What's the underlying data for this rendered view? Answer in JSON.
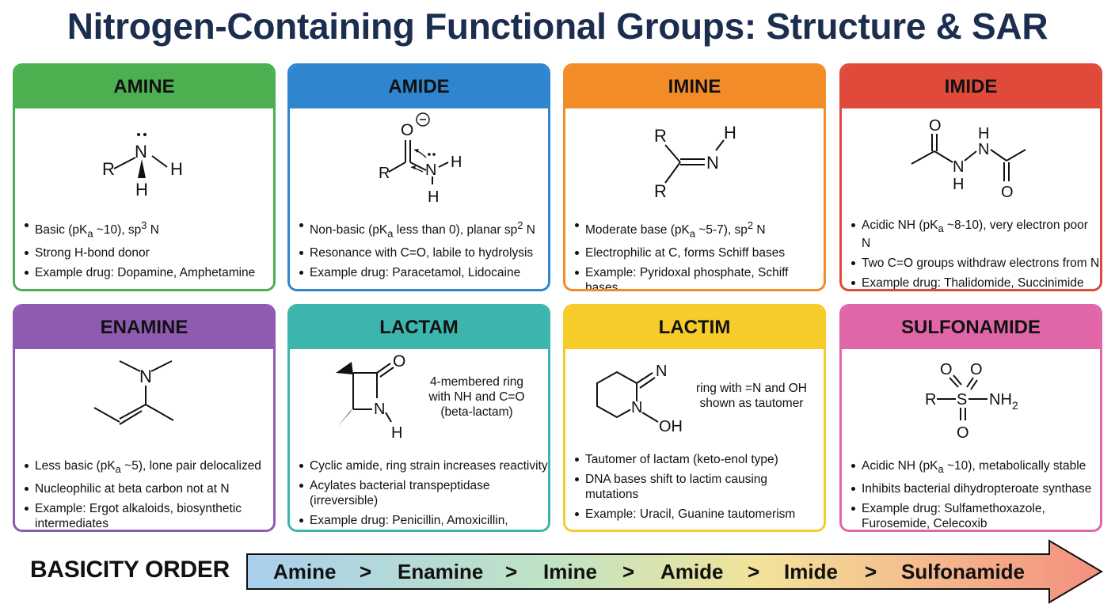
{
  "title": "Nitrogen-Containing Functional Groups: Structure & SAR",
  "colors": {
    "amine": "#4caf50",
    "amide": "#2f86cf",
    "imine": "#f28c28",
    "imide": "#e04a3a",
    "enamine": "#8e5bb0",
    "lactam": "#3cb6ad",
    "lactim": "#f5cc2a",
    "sulfonamide": "#e066a8"
  },
  "cards": [
    {
      "key": "amine",
      "name": "AMINE",
      "bullets": [
        "Basic (pKa ~10), sp3 N",
        "Strong H-bond donor",
        "Example drug: Dopamine, Amphetamine"
      ]
    },
    {
      "key": "amide",
      "name": "AMIDE",
      "bullets": [
        "Non-basic (pKa less than 0), planar sp2 N",
        "Resonance with C=O, labile to hydrolysis",
        "Example drug: Paracetamol, Lidocaine"
      ]
    },
    {
      "key": "imine",
      "name": "IMINE",
      "bullets": [
        "Moderate base (pKa ~5-7), sp2 N",
        "Electrophilic at C, forms Schiff bases",
        "Example: Pyridoxal phosphate, Schiff bases"
      ]
    },
    {
      "key": "imide",
      "name": "IMIDE",
      "bullets": [
        "Acidic NH (pKa ~8-10), very electron poor N",
        "Two C=O groups withdraw electrons from N",
        "Example drug: Thalidomide, Succinimide"
      ]
    },
    {
      "key": "enamine",
      "name": "ENAMINE",
      "bullets": [
        "Less basic (pKa ~5), lone pair delocalized",
        "Nucleophilic at beta carbon not at N",
        "Example: Ergot alkaloids, biosynthetic intermediates"
      ]
    },
    {
      "key": "lactam",
      "name": "LACTAM",
      "note": "4-membered ring with NH and C=O (beta-lactam)",
      "bullets": [
        "Cyclic amide, ring strain increases reactivity",
        "Acylates bacterial transpeptidase (irreversible)",
        "Example drug: Penicillin, Amoxicillin, Carbapenem"
      ]
    },
    {
      "key": "lactim",
      "name": "LACTIM",
      "note": "ring with =N and OH shown as tautomer",
      "bullets": [
        "Tautomer of lactam (keto-enol type)",
        "DNA bases shift to lactim causing mutations",
        "Example: Uracil, Guanine tautomerism"
      ]
    },
    {
      "key": "sulfonamide",
      "name": "SULFONAMIDE",
      "bullets": [
        "Acidic NH (pKa ~10), metabolically stable",
        "Inhibits bacterial dihydropteroate synthase",
        "Example drug: Sulfamethoxazole, Furosemide, Celecoxib"
      ]
    }
  ],
  "basicity": {
    "label": "BASICITY ORDER",
    "order": [
      "Amine",
      "Enamine",
      "Imine",
      "Amide",
      "Imide",
      "Sulfonamide"
    ],
    "separator": ">"
  }
}
